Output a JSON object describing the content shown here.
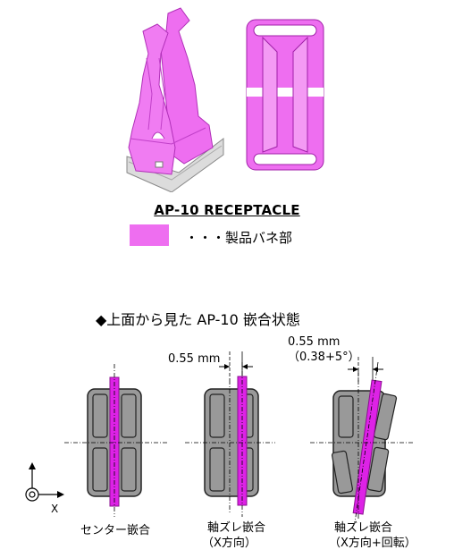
{
  "product": {
    "title": "AP-10 RECEPTACLE",
    "legend_text": "・・・製品バネ部",
    "spring_color": "#ee6ef0",
    "body_color": "#e6e6e6"
  },
  "section": {
    "title": "◆上面から見た AP-10 嵌合状態"
  },
  "axis": {
    "x_label": "X"
  },
  "diagrams": [
    {
      "caption_line1": "センター嵌合",
      "caption_line2": ""
    },
    {
      "caption_line1": "軸ズレ嵌合",
      "caption_line2": "（X方向）",
      "dim_text": "0.55 mm"
    },
    {
      "caption_line1": "軸ズレ嵌合",
      "caption_line2": "（X方向+回転）",
      "dim_line1": "0.55 mm",
      "dim_line2": "（0.38+5°）"
    }
  ],
  "colors": {
    "pin": "#dd22e6",
    "pad": "#999999",
    "pad_stroke": "#222222"
  }
}
